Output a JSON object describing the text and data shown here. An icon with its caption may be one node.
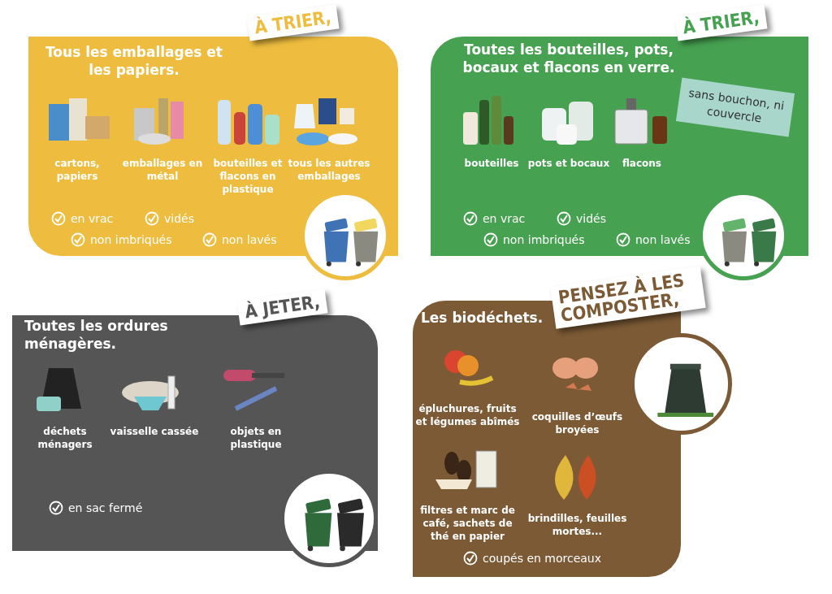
{
  "diagram": {
    "nodes": [
      {
        "text": [
          "Tous les emballages et les papiers.",
          "À TRIER,"
        ]
      },
      {
        "text": [
          "cartons, papiers"
        ],
        "in": 0
      },
      {
        "text": [
          "emballages en métal"
        ],
        "in": 0
      },
      {
        "text": [
          "bouteilles et flacons en plastique"
        ],
        "in": 0
      },
      {
        "text": [
          "tous les autres emballages"
        ],
        "in": 0
      },
      {
        "text": [
          "Toutes les bouteilles, pots, bocaux et flacons en verre.",
          "À TRIER,"
        ]
      },
      {
        "text": [
          "bouteilles"
        ],
        "in": 5
      },
      {
        "text": [
          "pots et bocaux"
        ],
        "in": 5
      },
      {
        "text": [
          "flacons"
        ],
        "in": 5
      },
      {
        "text": [
          "sans bouchon, ni couvercle"
        ],
        "in": 5
      },
      {
        "text": [
          "Toutes les ordures ménagères.",
          "À JETER,"
        ]
      },
      {
        "text": [
          "déchets ménagers"
        ],
        "in": 10
      },
      {
        "text": [
          "vaisselle cassée"
        ],
        "in": 10
      },
      {
        "text": [
          "objets en plastique"
        ],
        "in": 10
      },
      {
        "text": [
          "Les biodéchets.",
          "PENSEZ À LES COMPOSTER,"
        ]
      },
      {
        "text": [
          "épluchures, fruits et légumes abîmés"
        ],
        "in": 14
      },
      {
        "text": [
          "coquilles d’œufs broyées"
        ],
        "in": 14
      },
      {
        "text": [
          "filtres et marc de café, sachets de thé en papier"
        ],
        "in": 14
      },
      {
        "text": [
          "brindilles, feuilles mortes..."
        ],
        "in": 14
      }
    ],
    "edges": [],
    "labels": [
      "en vrac",
      "vidés",
      "non imbriqués",
      "non lavés",
      "en vrac",
      "vidés",
      "non imbriqués",
      "non lavés",
      "en sac fermé",
      "coupés en morceaux"
    ]
  }
}
